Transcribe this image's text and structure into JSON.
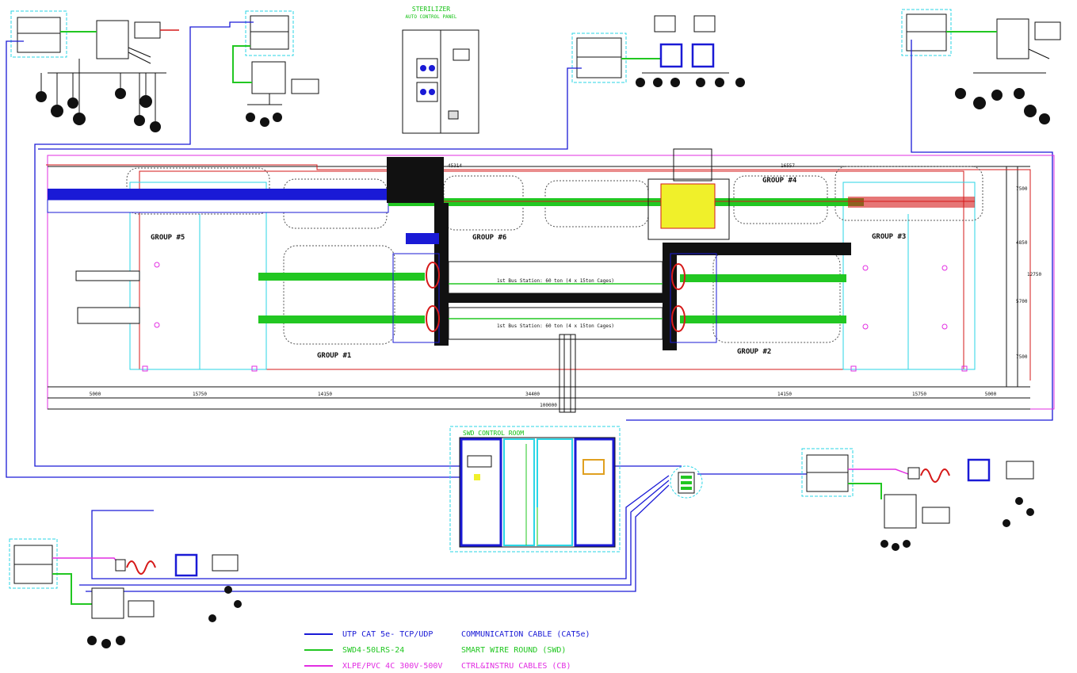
{
  "panels": {
    "sterilizer_title": "STERILIZER",
    "sterilizer_subtitle": "AUTO CONTROL PANEL",
    "control_room": "SWD CONTROL ROOM"
  },
  "groups": {
    "g1": "GROUP #1",
    "g2": "GROUP #2",
    "g3": "GROUP #3",
    "g4": "GROUP #4",
    "g5": "GROUP #5",
    "g6": "GROUP #6"
  },
  "stations": {
    "rail1": "1st Bus Station: 60 ton (4 x 15ton Cages)",
    "rail2": "1st Bus Station: 60 ton (4 x 15ton Cages)"
  },
  "dimensions": {
    "bottom": [
      "5000",
      "15750",
      "14150",
      "34400",
      "14150",
      "15750",
      "5000"
    ],
    "total": "100000",
    "top_a": "45314",
    "top_b": "16557",
    "right": [
      "7500",
      "4850",
      "12750",
      "5700",
      "7500"
    ]
  },
  "legend": [
    {
      "cable": "UTP CAT 5e- TCP/UDP",
      "desc": "COMMUNICATION CABLE (CAT5e)",
      "color": "#1a1ad6"
    },
    {
      "cable": "SWD4-50LRS-24",
      "desc": "SMART WIRE ROUND  (SWD)",
      "color": "#22c722"
    },
    {
      "cable": "XLPE/PVC 4C 300V-500V",
      "desc": "CTRL&INSTRU CABLES  (CB)",
      "color": "#e22ee2"
    }
  ],
  "colors": {
    "comm": "#1a1ad6",
    "swd": "#22c722",
    "ctrl": "#e22ee2",
    "cyan": "#2ad6e6",
    "red": "#d61a1a",
    "yellow": "#f0f02a"
  }
}
